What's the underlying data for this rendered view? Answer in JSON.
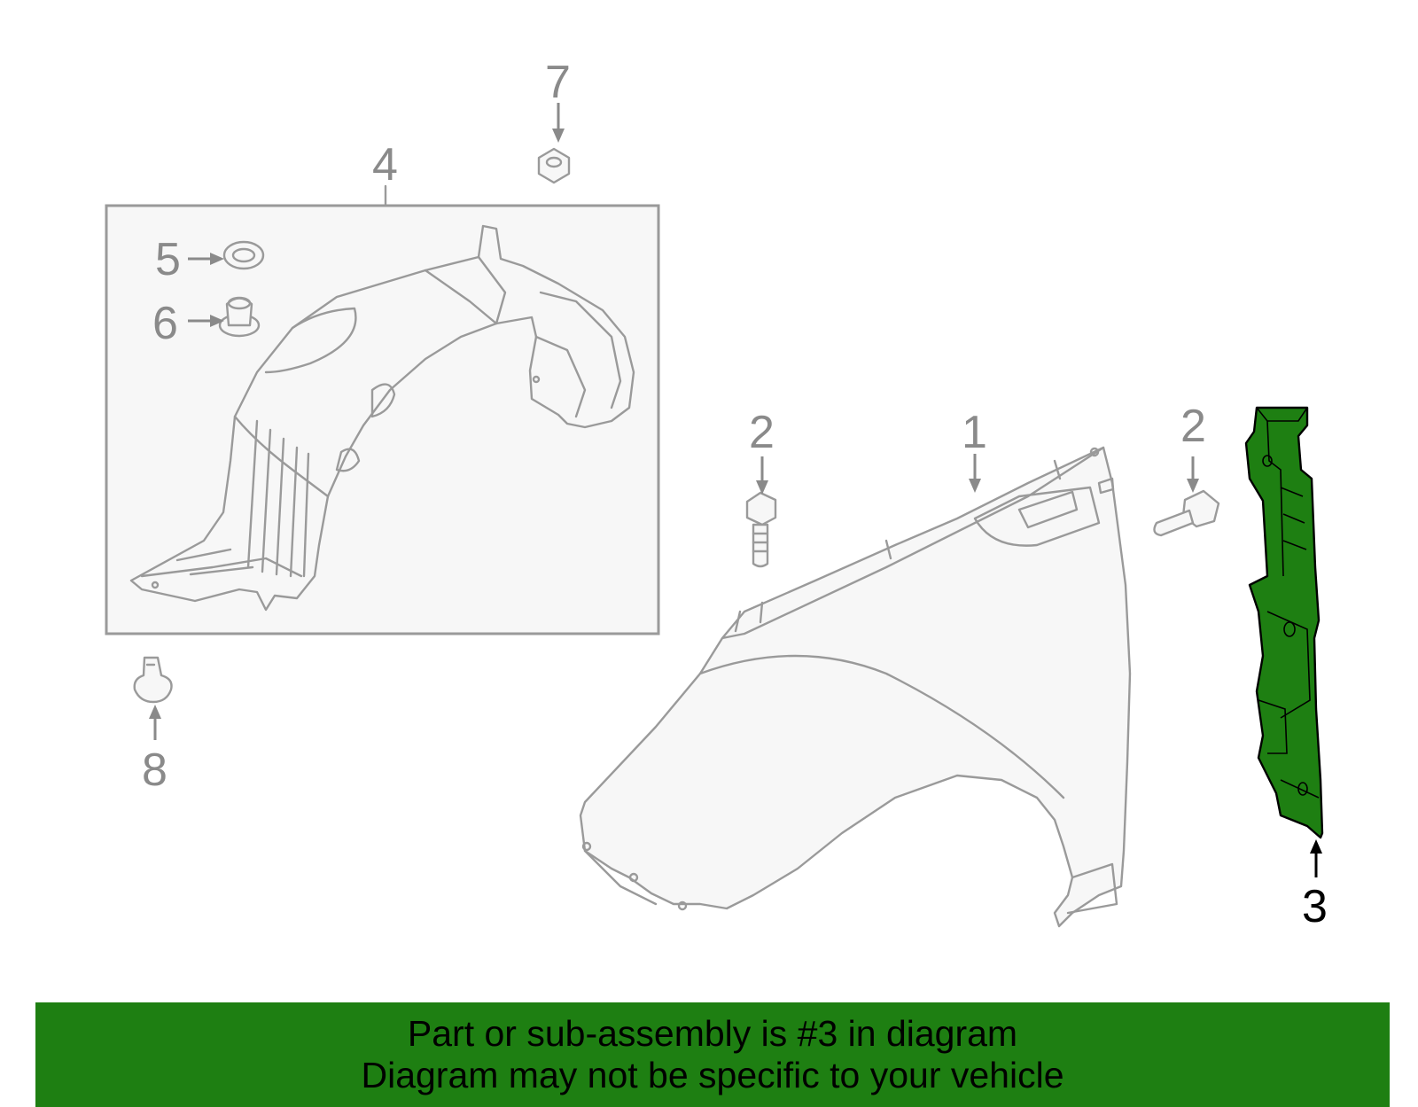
{
  "callouts": {
    "c1": "1",
    "c2a": "2",
    "c2b": "2",
    "c3": "3",
    "c4": "4",
    "c5": "5",
    "c6": "6",
    "c7": "7",
    "c8": "8"
  },
  "highlighted_part": "3",
  "colors": {
    "highlight": "#1e7f12",
    "outline": "#9a9a9a",
    "inset_background": "#f7f7f7"
  },
  "banner": {
    "line1": "Part or sub-assembly is #3 in diagram",
    "line2": "Diagram may not be specific to your vehicle"
  }
}
